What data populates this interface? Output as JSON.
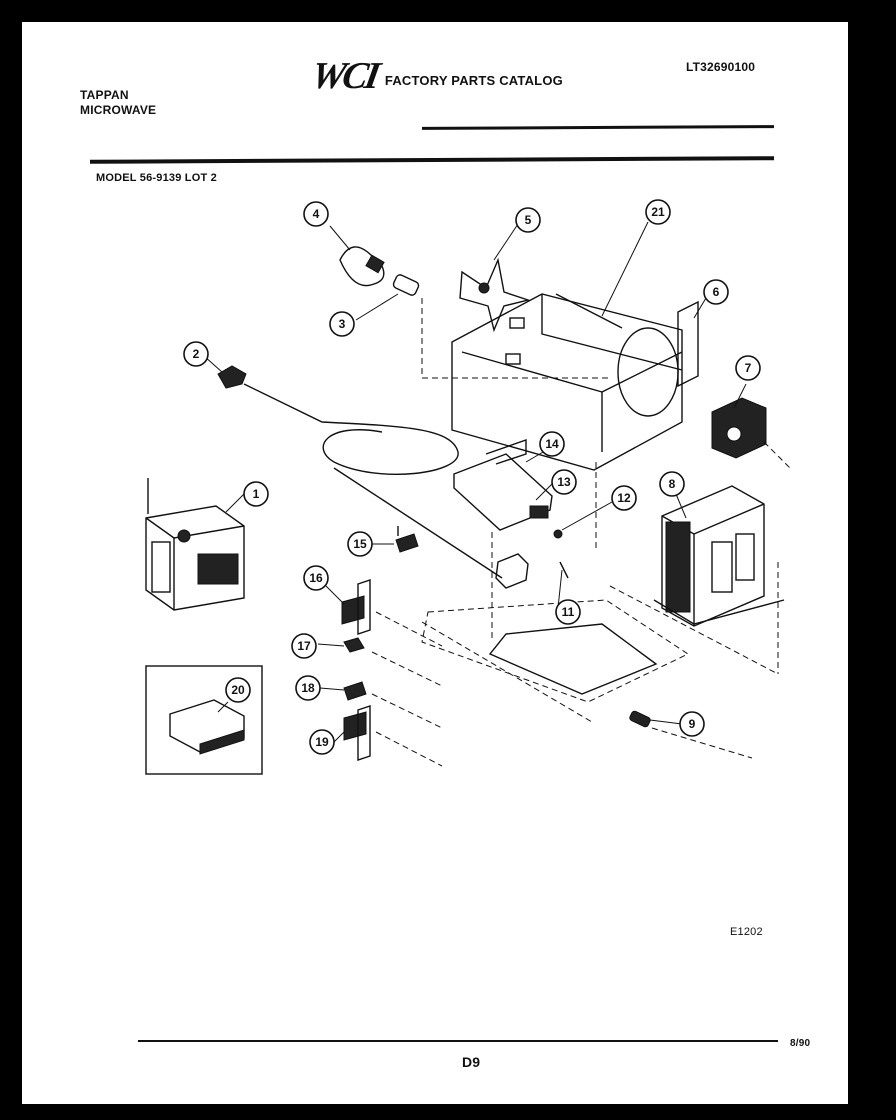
{
  "header": {
    "brand_line1": "TAPPAN",
    "brand_line2": "MICROWAVE",
    "logo": "WCI",
    "catalog_title": "FACTORY PARTS CATALOG",
    "catalog_number": "LT32690100",
    "model": "MODEL 56-9139 LOT 2"
  },
  "diagram": {
    "drawing_id": "E1202",
    "callouts": [
      "1",
      "2",
      "3",
      "4",
      "5",
      "6",
      "7",
      "8",
      "9",
      "11",
      "12",
      "13",
      "14",
      "15",
      "16",
      "17",
      "18",
      "19",
      "20",
      "21"
    ]
  },
  "footer": {
    "page": "D9",
    "date_code": "8/90"
  }
}
